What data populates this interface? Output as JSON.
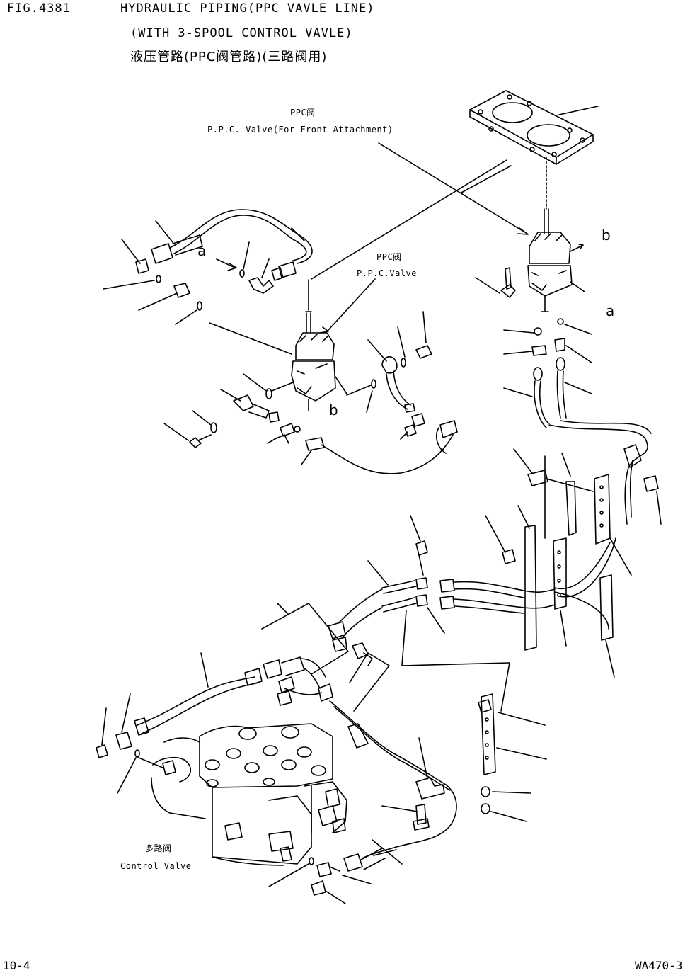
{
  "header": {
    "fig_no": "FIG.4381",
    "title": "HYDRAULIC PIPING(PPC VAVLE LINE)",
    "subtitle": "(WITH 3-SPOOL CONTROL VAVLE)",
    "subtitle_cn": "液压管路(PPC阀管路)(三路阀用)"
  },
  "labels": {
    "ppc_front_cn": "PPC阀",
    "ppc_front_en": "P.P.C. Valve(For Front Attachment)",
    "ppc_cn": "PPC阀",
    "ppc_en": "P.P.C.Valve",
    "control_valve_cn": "多路阀",
    "control_valve_en": "Control Valve"
  },
  "callouts": {
    "a": "a",
    "b": "b"
  },
  "footer": {
    "page": "10-4",
    "model": "WA470-3"
  }
}
